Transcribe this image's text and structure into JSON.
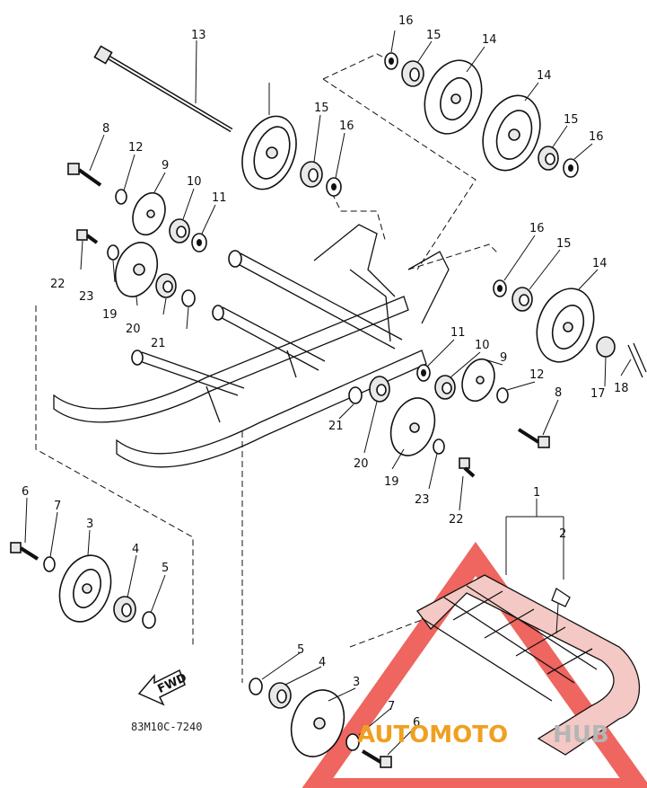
{
  "diagram": {
    "drawing_code": "83M10C-7240",
    "fwd_label": "FWD",
    "watermark": {
      "part1": "AUTOMOTO",
      "part2": "HUB",
      "color1": "#f0a020",
      "color2": "#c9c9c9",
      "triangle_color": "#e8332a"
    },
    "callouts": [
      "16",
      "15",
      "14",
      "14",
      "13",
      "15",
      "16",
      "15",
      "16",
      "8",
      "12",
      "9",
      "10",
      "11",
      "22",
      "23",
      "19",
      "20",
      "21",
      "16",
      "15",
      "14",
      "11",
      "10",
      "9",
      "12",
      "8",
      "17",
      "18",
      "21",
      "20",
      "19",
      "23",
      "22",
      "1",
      "2",
      "6",
      "7",
      "3",
      "4",
      "5",
      "5",
      "4",
      "3",
      "7",
      "6"
    ]
  }
}
